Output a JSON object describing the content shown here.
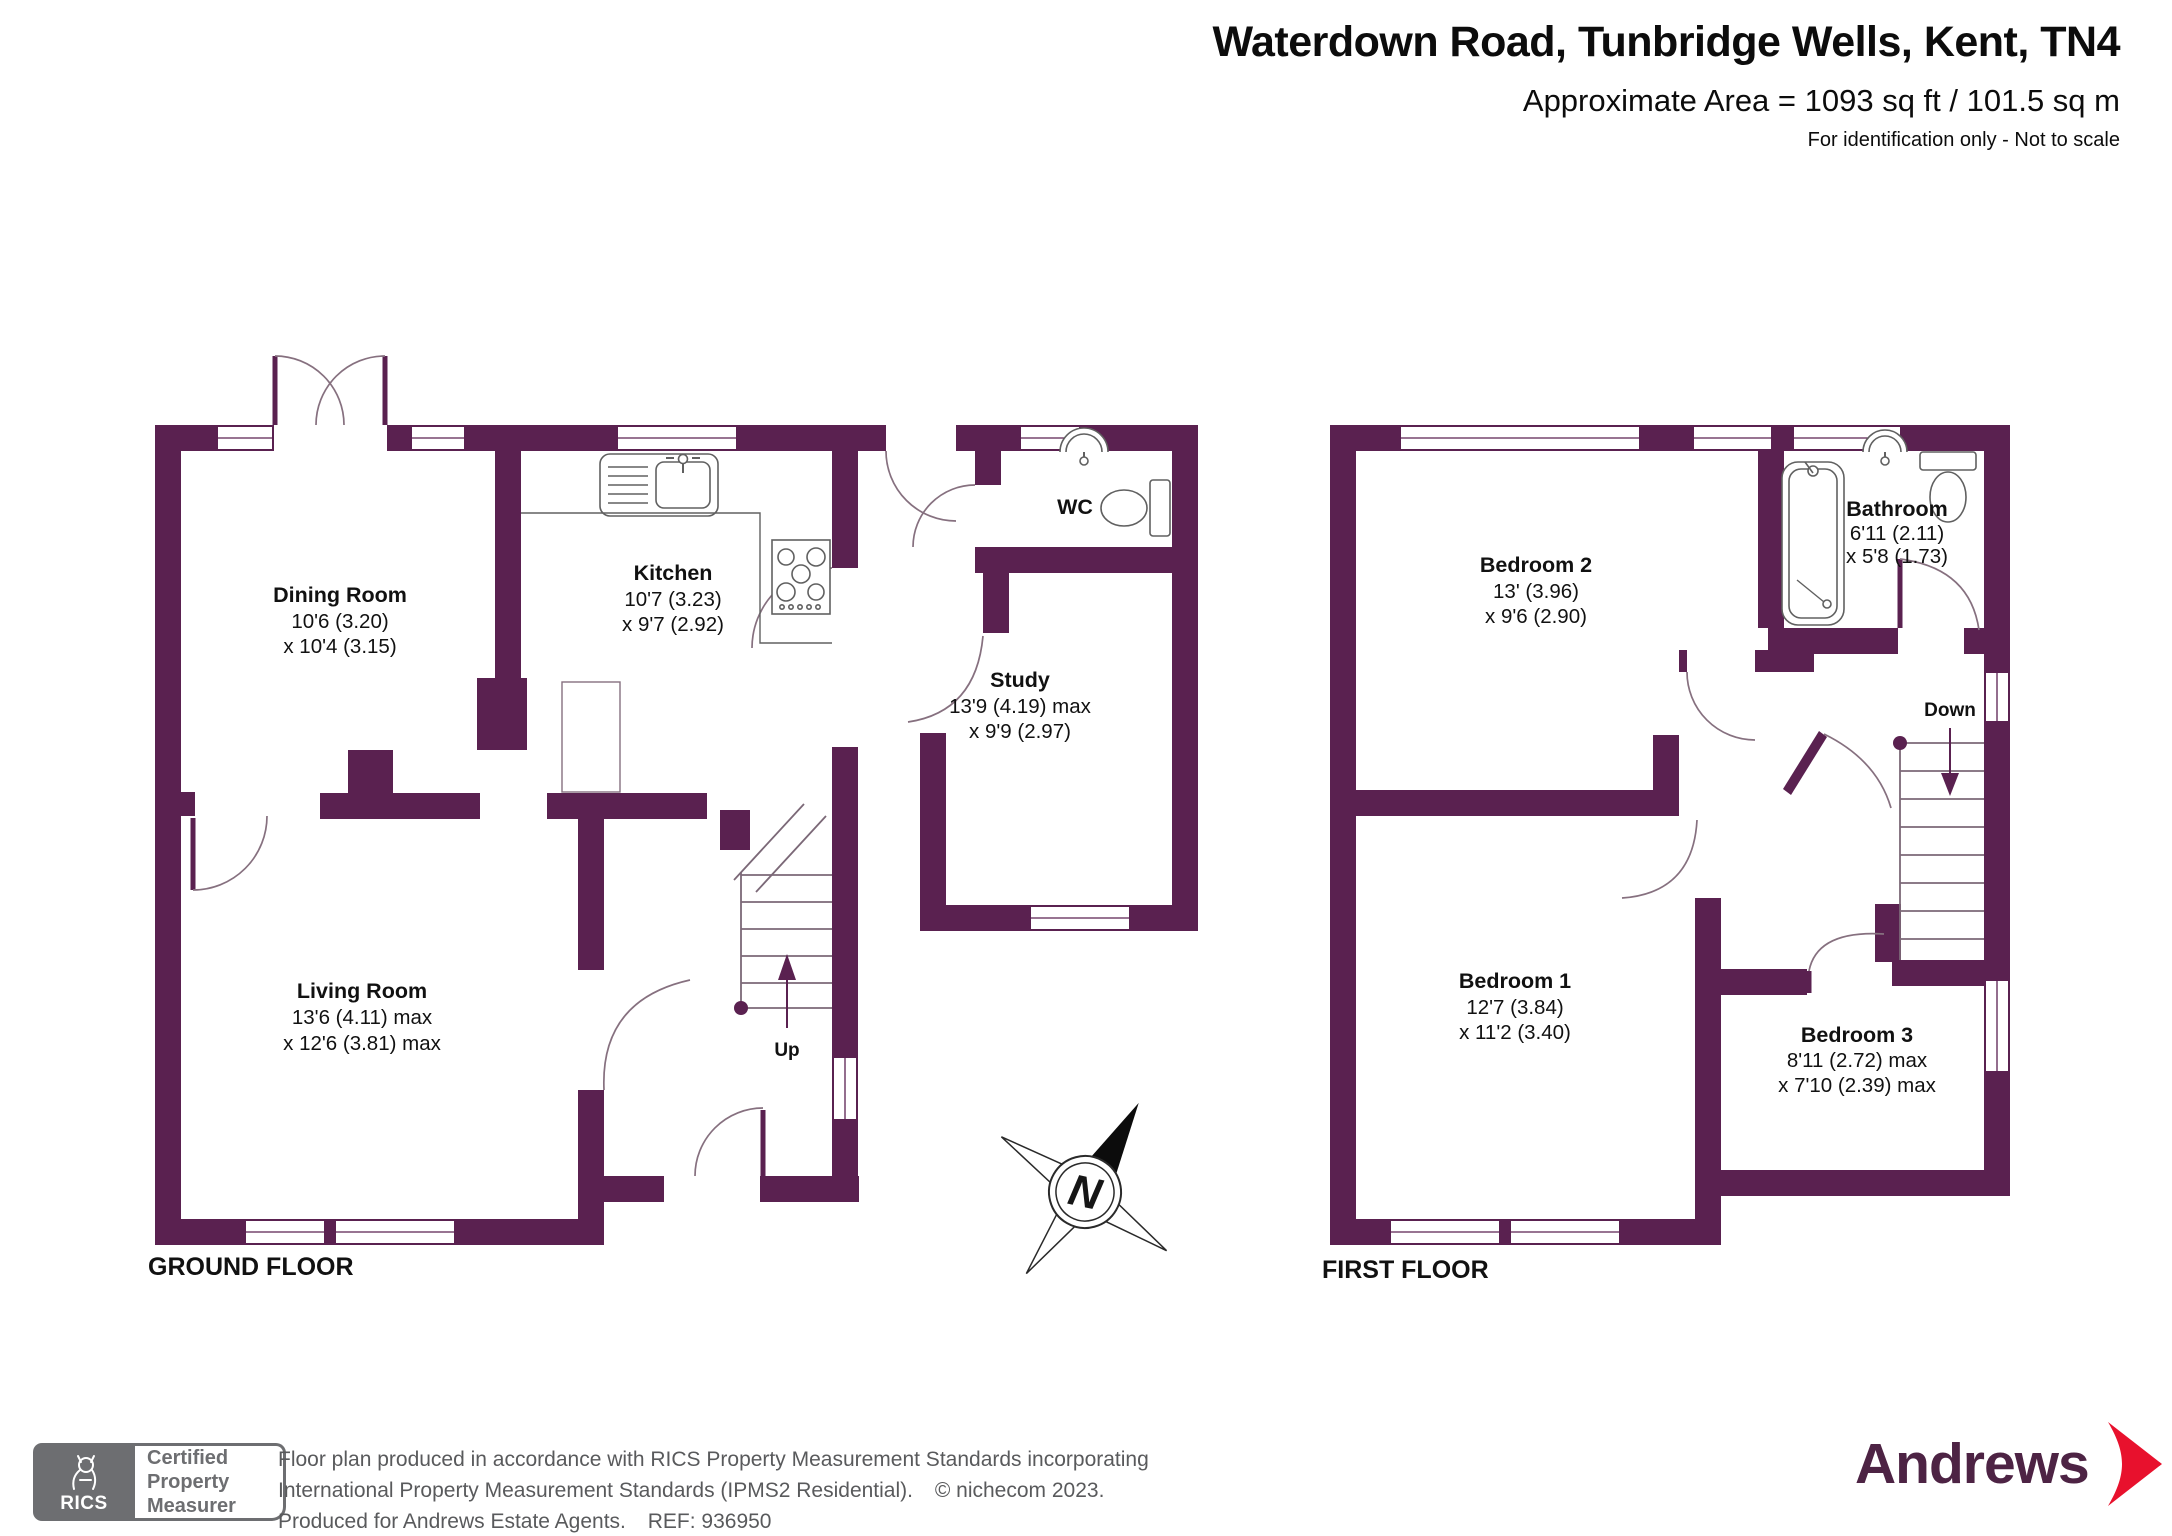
{
  "header": {
    "title": "Waterdown Road, Tunbridge Wells, Kent, TN4",
    "area": "Approximate Area = 1093 sq ft / 101.5 sq m",
    "note": "For identification only - Not to scale"
  },
  "floors": {
    "ground": {
      "label": "GROUND FLOOR",
      "stair_label": "Up",
      "rooms": {
        "dining": {
          "name": "Dining Room",
          "dim1": "10'6 (3.20)",
          "dim2": "x 10'4 (3.15)"
        },
        "kitchen": {
          "name": "Kitchen",
          "dim1": "10'7 (3.23)",
          "dim2": "x 9'7 (2.92)"
        },
        "wc": {
          "name": "WC"
        },
        "study": {
          "name": "Study",
          "dim1": "13'9 (4.19) max",
          "dim2": "x 9'9 (2.97)"
        },
        "living": {
          "name": "Living Room",
          "dim1": "13'6 (4.11) max",
          "dim2": "x 12'6 (3.81) max"
        }
      }
    },
    "first": {
      "label": "FIRST FLOOR",
      "stair_label": "Down",
      "rooms": {
        "bed2": {
          "name": "Bedroom 2",
          "dim1": "13' (3.96)",
          "dim2": "x 9'6 (2.90)"
        },
        "bathroom": {
          "name": "Bathroom",
          "dim1": "6'11 (2.11)",
          "dim2": "x 5'8 (1.73)"
        },
        "bed1": {
          "name": "Bedroom 1",
          "dim1": "12'7 (3.84)",
          "dim2": "x 11'2 (3.40)"
        },
        "bed3": {
          "name": "Bedroom 3",
          "dim1": "8'11 (2.72) max",
          "dim2": "x 7'10 (2.39) max"
        }
      }
    }
  },
  "compass": {
    "north": "N"
  },
  "rics": {
    "brand": "RICS",
    "cert1": "Certified",
    "cert2": "Property",
    "cert3": "Measurer"
  },
  "footer": {
    "line1": "Floor plan produced in accordance with RICS Property Measurement Standards incorporating",
    "line2": "International Property Measurement Standards (IPMS2 Residential).",
    "copyright": "© nichecom 2023.",
    "line3": "Produced for Andrews Estate Agents.",
    "ref_label": "REF:",
    "ref_value": "936950"
  },
  "andrews": {
    "brand": "Andrews"
  },
  "colors": {
    "wall": "#5a2150",
    "andrews_purple": "#4d2344",
    "andrews_red": "#e8112d",
    "footer_gray": "#6d6e71"
  }
}
